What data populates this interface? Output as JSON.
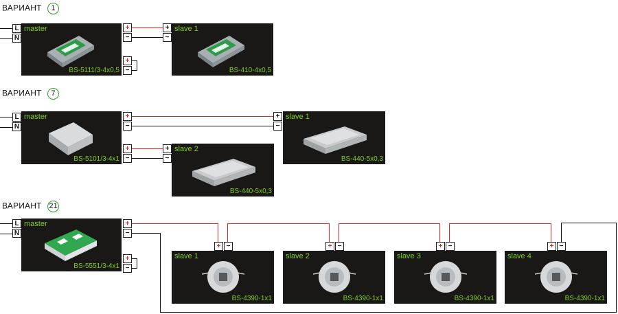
{
  "variants": [
    {
      "label": "ВАРИАНТ",
      "number": "1",
      "terminals": {
        "l": "L",
        "n": "N",
        "plus": "+",
        "minus": "−"
      },
      "master": {
        "name": "master",
        "model": "BS-5111/3-4x0,5"
      },
      "slaves": [
        {
          "name": "slave 1",
          "model": "BS-410-4x0,5"
        }
      ]
    },
    {
      "label": "ВАРИАНТ",
      "number": "7",
      "terminals": {
        "l": "L",
        "n": "N",
        "plus": "+",
        "minus": "−"
      },
      "master": {
        "name": "master",
        "model": "BS-5101/3-4x1"
      },
      "slaves": [
        {
          "name": "slave 1",
          "model": "BS-440-5x0,3"
        },
        {
          "name": "slave 2",
          "model": "BS-440-5x0,3"
        }
      ]
    },
    {
      "label": "ВАРИАНТ",
      "number": "21",
      "terminals": {
        "l": "L",
        "n": "N",
        "plus": "+",
        "minus": "−"
      },
      "master": {
        "name": "master",
        "model": "BS-5551/3-4x1"
      },
      "slaves": [
        {
          "name": "slave 1",
          "model": "BS-4390-1x1"
        },
        {
          "name": "slave 2",
          "model": "BS-4390-1x1"
        },
        {
          "name": "slave 3",
          "model": "BS-4390-1x1"
        },
        {
          "name": "slave 4",
          "model": "BS-4390-1x1"
        }
      ]
    }
  ],
  "colors": {
    "panel": "#1a1717",
    "label": "#7fd21f",
    "wire_red": "#e0261f",
    "wire_black": "#111111",
    "badge": "#2f9e2f"
  }
}
